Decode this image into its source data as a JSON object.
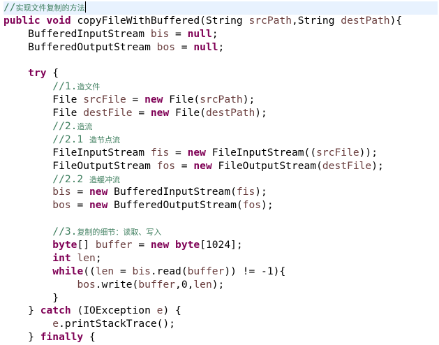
{
  "editor": {
    "colors": {
      "background": "#ffffff",
      "keyword": "#7f0055",
      "variable": "#6a3e3e",
      "comment": "#3f7f5f",
      "plain": "#000000",
      "current_line": "#e8f2fe"
    },
    "lines": [
      {
        "current": true,
        "caret": true,
        "tokens": [
          {
            "c": "cm",
            "t": "//"
          },
          {
            "c": "cmcn",
            "t": "实现文件复制的方法"
          }
        ]
      },
      {
        "tokens": [
          {
            "c": "kw",
            "t": "public"
          },
          {
            "c": "pl",
            "t": " "
          },
          {
            "c": "kw",
            "t": "void"
          },
          {
            "c": "pl",
            "t": " copyFileWithBuffered(String "
          },
          {
            "c": "var",
            "t": "srcPath"
          },
          {
            "c": "pl",
            "t": ",String "
          },
          {
            "c": "var",
            "t": "destPath"
          },
          {
            "c": "pl",
            "t": "){"
          }
        ]
      },
      {
        "tokens": [
          {
            "c": "pl",
            "t": "    BufferedInputStream "
          },
          {
            "c": "var",
            "t": "bis"
          },
          {
            "c": "pl",
            "t": " = "
          },
          {
            "c": "kw",
            "t": "null"
          },
          {
            "c": "pl",
            "t": ";"
          }
        ]
      },
      {
        "tokens": [
          {
            "c": "pl",
            "t": "    BufferedOutputStream "
          },
          {
            "c": "var",
            "t": "bos"
          },
          {
            "c": "pl",
            "t": " = "
          },
          {
            "c": "kw",
            "t": "null"
          },
          {
            "c": "pl",
            "t": ";"
          }
        ]
      },
      {
        "tokens": []
      },
      {
        "tokens": [
          {
            "c": "pl",
            "t": "    "
          },
          {
            "c": "kw",
            "t": "try"
          },
          {
            "c": "pl",
            "t": " {"
          }
        ]
      },
      {
        "tokens": [
          {
            "c": "cm",
            "t": "        //1."
          },
          {
            "c": "cmcn",
            "t": "造文件"
          }
        ]
      },
      {
        "tokens": [
          {
            "c": "pl",
            "t": "        File "
          },
          {
            "c": "var",
            "t": "srcFile"
          },
          {
            "c": "pl",
            "t": " = "
          },
          {
            "c": "kw",
            "t": "new"
          },
          {
            "c": "pl",
            "t": " File("
          },
          {
            "c": "var",
            "t": "srcPath"
          },
          {
            "c": "pl",
            "t": ");"
          }
        ]
      },
      {
        "tokens": [
          {
            "c": "pl",
            "t": "        File "
          },
          {
            "c": "var",
            "t": "destFile"
          },
          {
            "c": "pl",
            "t": " = "
          },
          {
            "c": "kw",
            "t": "new"
          },
          {
            "c": "pl",
            "t": " File("
          },
          {
            "c": "var",
            "t": "destPath"
          },
          {
            "c": "pl",
            "t": ");"
          }
        ]
      },
      {
        "tokens": [
          {
            "c": "cm",
            "t": "        //2."
          },
          {
            "c": "cmcn",
            "t": "造流"
          }
        ]
      },
      {
        "tokens": [
          {
            "c": "cm",
            "t": "        //2.1 "
          },
          {
            "c": "cmcn",
            "t": "造节点流"
          }
        ]
      },
      {
        "tokens": [
          {
            "c": "pl",
            "t": "        FileInputStream "
          },
          {
            "c": "var",
            "t": "fis"
          },
          {
            "c": "pl",
            "t": " = "
          },
          {
            "c": "kw",
            "t": "new"
          },
          {
            "c": "pl",
            "t": " FileInputStream(("
          },
          {
            "c": "var",
            "t": "srcFile"
          },
          {
            "c": "pl",
            "t": "));"
          }
        ]
      },
      {
        "tokens": [
          {
            "c": "pl",
            "t": "        FileOutputStream "
          },
          {
            "c": "var",
            "t": "fos"
          },
          {
            "c": "pl",
            "t": " = "
          },
          {
            "c": "kw",
            "t": "new"
          },
          {
            "c": "pl",
            "t": " FileOutputStream("
          },
          {
            "c": "var",
            "t": "destFile"
          },
          {
            "c": "pl",
            "t": ");"
          }
        ]
      },
      {
        "tokens": [
          {
            "c": "cm",
            "t": "        //2.2 "
          },
          {
            "c": "cmcn",
            "t": "造缓冲流"
          }
        ]
      },
      {
        "tokens": [
          {
            "c": "pl",
            "t": "        "
          },
          {
            "c": "var",
            "t": "bis"
          },
          {
            "c": "pl",
            "t": " = "
          },
          {
            "c": "kw",
            "t": "new"
          },
          {
            "c": "pl",
            "t": " BufferedInputStream("
          },
          {
            "c": "var",
            "t": "fis"
          },
          {
            "c": "pl",
            "t": ");"
          }
        ]
      },
      {
        "tokens": [
          {
            "c": "pl",
            "t": "        "
          },
          {
            "c": "var",
            "t": "bos"
          },
          {
            "c": "pl",
            "t": " = "
          },
          {
            "c": "kw",
            "t": "new"
          },
          {
            "c": "pl",
            "t": " BufferedOutputStream("
          },
          {
            "c": "var",
            "t": "fos"
          },
          {
            "c": "pl",
            "t": ");"
          }
        ]
      },
      {
        "tokens": []
      },
      {
        "tokens": [
          {
            "c": "cm",
            "t": "        //3."
          },
          {
            "c": "cmcn",
            "t": "复制的细节：读取、写入"
          }
        ]
      },
      {
        "tokens": [
          {
            "c": "pl",
            "t": "        "
          },
          {
            "c": "kw",
            "t": "byte"
          },
          {
            "c": "pl",
            "t": "[] "
          },
          {
            "c": "var",
            "t": "buffer"
          },
          {
            "c": "pl",
            "t": " = "
          },
          {
            "c": "kw",
            "t": "new"
          },
          {
            "c": "pl",
            "t": " "
          },
          {
            "c": "kw",
            "t": "byte"
          },
          {
            "c": "pl",
            "t": "[1024];"
          }
        ]
      },
      {
        "tokens": [
          {
            "c": "pl",
            "t": "        "
          },
          {
            "c": "kw",
            "t": "int"
          },
          {
            "c": "pl",
            "t": " "
          },
          {
            "c": "var",
            "t": "len"
          },
          {
            "c": "pl",
            "t": ";"
          }
        ]
      },
      {
        "tokens": [
          {
            "c": "pl",
            "t": "        "
          },
          {
            "c": "kw",
            "t": "while"
          },
          {
            "c": "pl",
            "t": "(("
          },
          {
            "c": "var",
            "t": "len"
          },
          {
            "c": "pl",
            "t": " = "
          },
          {
            "c": "var",
            "t": "bis"
          },
          {
            "c": "pl",
            "t": ".read("
          },
          {
            "c": "var",
            "t": "buffer"
          },
          {
            "c": "pl",
            "t": ")) != -1){"
          }
        ]
      },
      {
        "tokens": [
          {
            "c": "pl",
            "t": "            "
          },
          {
            "c": "var",
            "t": "bos"
          },
          {
            "c": "pl",
            "t": ".write("
          },
          {
            "c": "var",
            "t": "buffer"
          },
          {
            "c": "pl",
            "t": ",0,"
          },
          {
            "c": "var",
            "t": "len"
          },
          {
            "c": "pl",
            "t": ");"
          }
        ]
      },
      {
        "tokens": [
          {
            "c": "pl",
            "t": "        }"
          }
        ]
      },
      {
        "tokens": [
          {
            "c": "pl",
            "t": "    } "
          },
          {
            "c": "kw",
            "t": "catch"
          },
          {
            "c": "pl",
            "t": " (IOException "
          },
          {
            "c": "var",
            "t": "e"
          },
          {
            "c": "pl",
            "t": ") {"
          }
        ]
      },
      {
        "tokens": [
          {
            "c": "pl",
            "t": "        "
          },
          {
            "c": "var",
            "t": "e"
          },
          {
            "c": "pl",
            "t": ".printStackTrace();"
          }
        ]
      },
      {
        "tokens": [
          {
            "c": "pl",
            "t": "    } "
          },
          {
            "c": "kw",
            "t": "finally"
          },
          {
            "c": "pl",
            "t": " {"
          }
        ]
      }
    ]
  }
}
